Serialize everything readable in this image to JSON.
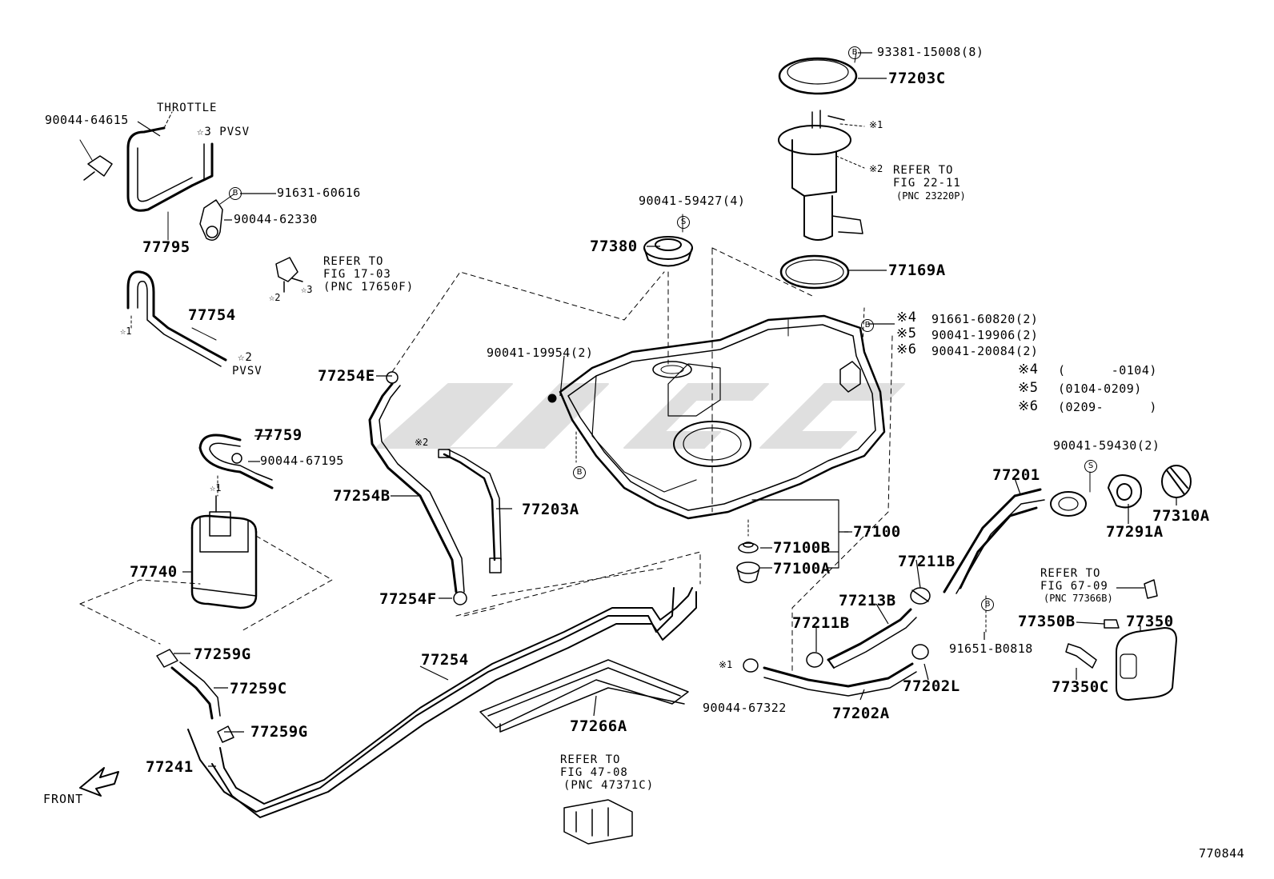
{
  "diagram_id": "770844",
  "front_label": "FRONT",
  "parts": {
    "p77795": "77795",
    "p90044_64615": "90044-64615",
    "throttle": "THROTTLE",
    "pvsv3": "☆3 PVSV",
    "p91631": "91631-60616",
    "p90044_62330": "90044-62330",
    "p77754": "77754",
    "pvsv2a": "☆2",
    "pvsv2b": "PVSV",
    "star1a": "☆1",
    "refer1703_a": "REFER TO",
    "refer1703_b": "FIG 17-03",
    "refer1703_c": "(PNC 17650F)",
    "star2": "☆2",
    "star3": "☆3",
    "p77254E": "77254E",
    "p77759": "77759",
    "p90044_67195": "90044-67195",
    "star1b": "☆1",
    "p77740": "77740",
    "p77254B": "77254B",
    "p77254F": "77254F",
    "p77203A": "77203A",
    "x2a": "※2",
    "p77259G_1": "77259G",
    "p77259C": "77259C",
    "p77259G_2": "77259G",
    "p77241": "77241",
    "p77254": "77254",
    "p77266A": "77266A",
    "refer4708_a": "REFER TO",
    "refer4708_b": "FIG 47-08",
    "refer4708_c": "(PNC 47371C)",
    "p77380": "77380",
    "p90041_59427": "90041-59427(4)",
    "p90041_19954": "90041-19954(2)",
    "p93381": "93381-15008(8)",
    "p77203C": "77203C",
    "x1a": "※1",
    "x2b": "※2",
    "refer2211_a": "REFER TO",
    "refer2211_b": "FIG 22-11",
    "refer2211_c": "(PNC 23220P)",
    "p77169A": "77169A",
    "x4": "※4",
    "x5": "※5",
    "x6": "※6",
    "p91661": "91661-60820(2)",
    "p90041_19906": "90041-19906(2)",
    "p90041_20084": "90041-20084(2)",
    "x4r": "※4",
    "x5r": "※5",
    "x6r": "※6",
    "range4": "(      -0104)",
    "range5": "(0104-0209)",
    "range6": "(0209-      )",
    "p77100": "77100",
    "p77100B": "77100B",
    "p77100A": "77100A",
    "p90041_59430": "90041-59430(2)",
    "p77201": "77201",
    "p77291A": "77291A",
    "p77310A": "77310A",
    "p77211B_1": "77211B",
    "p77213B": "77213B",
    "p77211B_2": "77211B",
    "p91651": "91651-B0818",
    "p77202L": "77202L",
    "p77202A": "77202A",
    "x1b": "※1",
    "p90044_67322": "90044-67322",
    "refer6709_a": "REFER TO",
    "refer6709_b": "FIG 67-09",
    "refer6709_c": "(PNC 77366B)",
    "p77350B": "77350B",
    "p77350": "77350",
    "p77350C": "77350C",
    "mark_b": "B",
    "mark_s": "S"
  }
}
